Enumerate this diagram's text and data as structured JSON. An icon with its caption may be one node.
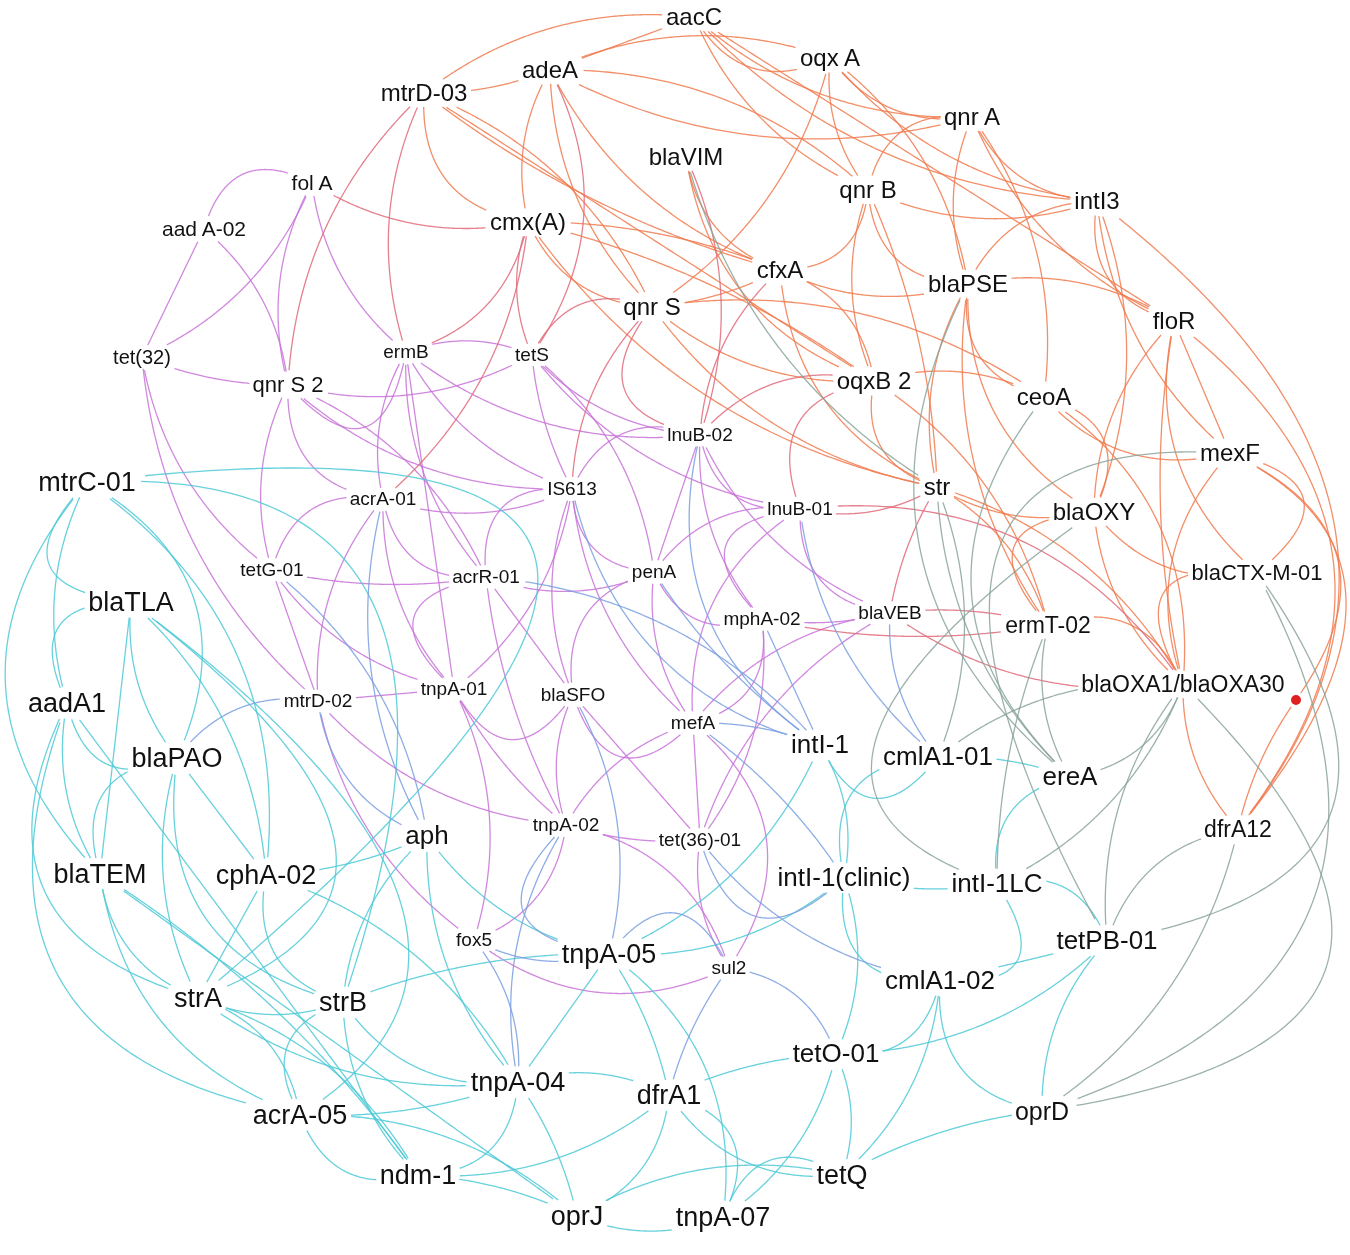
{
  "diagram": {
    "nodes": [
      {
        "text": [
          "aacC"
        ]
      },
      {
        "text": [
          "oqx A"
        ]
      },
      {
        "text": [
          "adeA"
        ]
      },
      {
        "text": [
          "mtrD-03"
        ]
      },
      {
        "text": [
          "qnr A"
        ]
      },
      {
        "text": [
          "blaVIM"
        ]
      },
      {
        "text": [
          "fol A"
        ]
      },
      {
        "text": [
          "qnr B"
        ]
      },
      {
        "text": [
          "intI3"
        ]
      },
      {
        "text": [
          "cmx(A)"
        ]
      },
      {
        "text": [
          "aad A-02"
        ]
      },
      {
        "text": [
          "cfxA"
        ]
      },
      {
        "text": [
          "blaPSE"
        ]
      },
      {
        "text": [
          "qnr S"
        ]
      },
      {
        "text": [
          "floR"
        ]
      },
      {
        "text": [
          "ermB"
        ]
      },
      {
        "text": [
          "tetS"
        ]
      },
      {
        "text": [
          "tet(32)"
        ]
      },
      {
        "text": [
          "oqxB 2"
        ]
      },
      {
        "text": [
          "qnr S 2"
        ]
      },
      {
        "text": [
          "ceoA"
        ]
      },
      {
        "text": [
          "lnuB-02"
        ]
      },
      {
        "text": [
          "mexF"
        ]
      },
      {
        "text": [
          "mtrC-01"
        ]
      },
      {
        "text": [
          "str"
        ]
      },
      {
        "text": [
          "IS613"
        ]
      },
      {
        "text": [
          "acrA-01"
        ]
      },
      {
        "text": [
          "lnuB-01"
        ]
      },
      {
        "text": [
          "blaOXY"
        ]
      },
      {
        "text": [
          "tetG-01"
        ]
      },
      {
        "text": [
          "penA"
        ]
      },
      {
        "text": [
          "blaCTX-M-01"
        ]
      },
      {
        "text": [
          "acrR-01"
        ]
      },
      {
        "text": [
          "blaTLA"
        ]
      },
      {
        "text": [
          "blaVEB"
        ]
      },
      {
        "text": [
          "mphA-02"
        ]
      },
      {
        "text": [
          "ermT-02"
        ]
      },
      {
        "text": [
          "blaOXA1/blaOXA30"
        ]
      },
      {
        "text": [
          "tnpA-01"
        ]
      },
      {
        "text": [
          "blaSFO"
        ]
      },
      {
        "text": [
          "mtrD-02"
        ]
      },
      {
        "text": [],
        "shape": "circle"
      },
      {
        "text": [
          "aadA1"
        ]
      },
      {
        "text": [
          "mefA"
        ]
      },
      {
        "text": [
          "intI-1"
        ]
      },
      {
        "text": [
          "cmlA1-01"
        ]
      },
      {
        "text": [
          "blaPAO"
        ]
      },
      {
        "text": [
          "ereA"
        ]
      },
      {
        "text": [
          "tnpA-02"
        ]
      },
      {
        "text": [
          "dfrA12"
        ]
      },
      {
        "text": [
          "aph"
        ]
      },
      {
        "text": [
          "tet(36)-01"
        ]
      },
      {
        "text": [
          "blaTEM"
        ]
      },
      {
        "text": [
          "cphA-02"
        ]
      },
      {
        "text": [
          "intI-1(clinic)"
        ]
      },
      {
        "text": [
          "intI-1LC"
        ]
      },
      {
        "text": [
          "fox5"
        ]
      },
      {
        "text": [
          "tetPB-01"
        ]
      },
      {
        "text": [
          "tnpA-05"
        ]
      },
      {
        "text": [
          "sul2"
        ]
      },
      {
        "text": [
          "cmlA1-02"
        ]
      },
      {
        "text": [
          "strA"
        ]
      },
      {
        "text": [
          "strB"
        ]
      },
      {
        "text": [
          "tetO-01"
        ]
      },
      {
        "text": [
          "tnpA-04"
        ]
      },
      {
        "text": [
          "dfrA1"
        ]
      },
      {
        "text": [
          "oprD"
        ]
      },
      {
        "text": [
          "acrA-05"
        ]
      },
      {
        "text": [
          "ndm-1"
        ]
      },
      {
        "text": [
          "tetQ"
        ]
      },
      {
        "text": [
          "oprJ"
        ]
      },
      {
        "text": [
          "tnpA-07"
        ]
      }
    ],
    "edges": [
      {
        "from": 0,
        "to": 1,
        "arrow": "none"
      },
      {
        "from": 0,
        "to": 2,
        "arrow": "none"
      },
      {
        "from": 0,
        "to": 4,
        "arrow": "none"
      },
      {
        "from": 0,
        "to": 8,
        "arrow": "none"
      },
      {
        "from": 0,
        "to": 14,
        "arrow": "none"
      },
      {
        "from": 0,
        "to": 7,
        "arrow": "none"
      },
      {
        "from": 0,
        "to": 3,
        "arrow": "none"
      },
      {
        "from": 1,
        "to": 4,
        "arrow": "none"
      },
      {
        "from": 1,
        "to": 7,
        "arrow": "none"
      },
      {
        "from": 1,
        "to": 2,
        "arrow": "none"
      },
      {
        "from": 1,
        "to": 12,
        "arrow": "none"
      },
      {
        "from": 1,
        "to": 13,
        "arrow": "none"
      },
      {
        "from": 1,
        "to": 8,
        "arrow": "none"
      },
      {
        "from": 2,
        "to": 3,
        "arrow": "none"
      },
      {
        "from": 2,
        "to": 9,
        "arrow": "none"
      },
      {
        "from": 2,
        "to": 13,
        "arrow": "none"
      },
      {
        "from": 2,
        "to": 7,
        "arrow": "none"
      },
      {
        "from": 2,
        "to": 11,
        "arrow": "none"
      },
      {
        "from": 2,
        "to": 4,
        "arrow": "none"
      },
      {
        "from": 3,
        "to": 9,
        "arrow": "none"
      },
      {
        "from": 3,
        "to": 13,
        "arrow": "none"
      },
      {
        "from": 3,
        "to": 11,
        "arrow": "none"
      },
      {
        "from": 3,
        "to": 18,
        "arrow": "none"
      },
      {
        "from": 4,
        "to": 8,
        "arrow": "none"
      },
      {
        "from": 4,
        "to": 7,
        "arrow": "none"
      },
      {
        "from": 4,
        "to": 12,
        "arrow": "none"
      },
      {
        "from": 4,
        "to": 14,
        "arrow": "none"
      },
      {
        "from": 4,
        "to": 20,
        "arrow": "none"
      },
      {
        "from": 5,
        "to": 11,
        "arrow": "none"
      },
      {
        "from": 5,
        "to": 18,
        "arrow": "none"
      },
      {
        "from": 7,
        "to": 11,
        "arrow": "none"
      },
      {
        "from": 7,
        "to": 12,
        "arrow": "none"
      },
      {
        "from": 7,
        "to": 18,
        "arrow": "none"
      },
      {
        "from": 7,
        "to": 24,
        "arrow": "none"
      },
      {
        "from": 7,
        "to": 8,
        "arrow": "none"
      },
      {
        "from": 8,
        "to": 14,
        "arrow": "none"
      },
      {
        "from": 8,
        "to": 12,
        "arrow": "none"
      },
      {
        "from": 8,
        "to": 22,
        "arrow": "none"
      },
      {
        "from": 8,
        "to": 28,
        "arrow": "none"
      },
      {
        "from": 9,
        "to": 13,
        "arrow": "none"
      },
      {
        "from": 9,
        "to": 11,
        "arrow": "none"
      },
      {
        "from": 9,
        "to": 18,
        "arrow": "none"
      },
      {
        "from": 9,
        "to": 24,
        "arrow": "none"
      },
      {
        "from": 11,
        "to": 13,
        "arrow": "none"
      },
      {
        "from": 11,
        "to": 12,
        "arrow": "none"
      },
      {
        "from": 11,
        "to": 24,
        "arrow": "none"
      },
      {
        "from": 11,
        "to": 18,
        "arrow": "none"
      },
      {
        "from": 12,
        "to": 20,
        "arrow": "none"
      },
      {
        "from": 12,
        "to": 14,
        "arrow": "none"
      },
      {
        "from": 12,
        "to": 24,
        "arrow": "none"
      },
      {
        "from": 12,
        "to": 28,
        "arrow": "none"
      },
      {
        "from": 12,
        "to": 36,
        "arrow": "none"
      },
      {
        "from": 13,
        "to": 18,
        "arrow": "none"
      },
      {
        "from": 13,
        "to": 24,
        "arrow": "none"
      },
      {
        "from": 13,
        "to": 20,
        "arrow": "none"
      },
      {
        "from": 14,
        "to": 22,
        "arrow": "none"
      },
      {
        "from": 14,
        "to": 31,
        "arrow": "none"
      },
      {
        "from": 14,
        "to": 28,
        "arrow": "none"
      },
      {
        "from": 14,
        "to": 37,
        "arrow": "none"
      },
      {
        "from": 18,
        "to": 20,
        "arrow": "none"
      },
      {
        "from": 18,
        "to": 24,
        "arrow": "none"
      },
      {
        "from": 18,
        "to": 36,
        "arrow": "none"
      },
      {
        "from": 20,
        "to": 22,
        "arrow": "none"
      },
      {
        "from": 20,
        "to": 28,
        "arrow": "none"
      },
      {
        "from": 20,
        "to": 37,
        "arrow": "none"
      },
      {
        "from": 22,
        "to": 31,
        "arrow": "none"
      },
      {
        "from": 22,
        "to": 37,
        "arrow": "none"
      },
      {
        "from": 22,
        "to": 49,
        "arrow": "none"
      },
      {
        "from": 24,
        "to": 28,
        "arrow": "none"
      },
      {
        "from": 24,
        "to": 36,
        "arrow": "none"
      },
      {
        "from": 24,
        "to": 37,
        "arrow": "none"
      },
      {
        "from": 28,
        "to": 31,
        "arrow": "none"
      },
      {
        "from": 28,
        "to": 36,
        "arrow": "none"
      },
      {
        "from": 28,
        "to": 37,
        "arrow": "none"
      },
      {
        "from": 31,
        "to": 37,
        "arrow": "none"
      },
      {
        "from": 36,
        "to": 37,
        "arrow": "none"
      },
      {
        "from": 41,
        "to": 49,
        "arrow": "none"
      },
      {
        "from": 37,
        "to": 49,
        "arrow": "none"
      },
      {
        "from": 14,
        "to": 49,
        "arrow": "none"
      },
      {
        "from": 8,
        "to": 49,
        "arrow": "none"
      },
      {
        "from": 22,
        "to": 41,
        "arrow": "none"
      },
      {
        "from": 6,
        "to": 10,
        "arrow": "none",
        "color": "#c873d8"
      },
      {
        "from": 6,
        "to": 17,
        "arrow": "none",
        "color": "#c873d8"
      },
      {
        "from": 6,
        "to": 19,
        "arrow": "none",
        "color": "#c873d8"
      },
      {
        "from": 6,
        "to": 15,
        "arrow": "none",
        "color": "#c873d8"
      },
      {
        "from": 10,
        "to": 17,
        "arrow": "none",
        "color": "#c873d8"
      },
      {
        "from": 10,
        "to": 19,
        "arrow": "none",
        "color": "#c873d8"
      },
      {
        "from": 17,
        "to": 19,
        "arrow": "none",
        "color": "#c873d8"
      },
      {
        "from": 17,
        "to": 29,
        "arrow": "none",
        "color": "#c873d8"
      },
      {
        "from": 17,
        "to": 40,
        "arrow": "none",
        "color": "#c873d8"
      },
      {
        "from": 19,
        "to": 15,
        "arrow": "none",
        "color": "#c873d8"
      },
      {
        "from": 19,
        "to": 16,
        "arrow": "none",
        "color": "#c873d8"
      },
      {
        "from": 19,
        "to": 26,
        "arrow": "none",
        "color": "#c873d8"
      },
      {
        "from": 19,
        "to": 29,
        "arrow": "none",
        "color": "#c873d8"
      },
      {
        "from": 19,
        "to": 32,
        "arrow": "none",
        "color": "#c873d8"
      },
      {
        "from": 19,
        "to": 25,
        "arrow": "none",
        "color": "#c873d8"
      },
      {
        "from": 15,
        "to": 16,
        "arrow": "none",
        "color": "#c873d8"
      },
      {
        "from": 15,
        "to": 25,
        "arrow": "none",
        "color": "#c873d8"
      },
      {
        "from": 15,
        "to": 26,
        "arrow": "none",
        "color": "#c873d8"
      },
      {
        "from": 15,
        "to": 32,
        "arrow": "none",
        "color": "#c873d8"
      },
      {
        "from": 15,
        "to": 38,
        "arrow": "none",
        "color": "#c873d8"
      },
      {
        "from": 15,
        "to": 21,
        "arrow": "none",
        "color": "#c873d8"
      },
      {
        "from": 16,
        "to": 25,
        "arrow": "none",
        "color": "#c873d8"
      },
      {
        "from": 16,
        "to": 21,
        "arrow": "none",
        "color": "#c873d8"
      },
      {
        "from": 16,
        "to": 30,
        "arrow": "none",
        "color": "#c873d8"
      },
      {
        "from": 16,
        "to": 27,
        "arrow": "none",
        "color": "#c873d8"
      },
      {
        "from": 21,
        "to": 25,
        "arrow": "none",
        "color": "#c873d8"
      },
      {
        "from": 21,
        "to": 27,
        "arrow": "none",
        "color": "#c873d8"
      },
      {
        "from": 21,
        "to": 30,
        "arrow": "none",
        "color": "#c873d8"
      },
      {
        "from": 21,
        "to": 35,
        "arrow": "none",
        "color": "#c873d8"
      },
      {
        "from": 21,
        "to": 34,
        "arrow": "none",
        "color": "#c873d8"
      },
      {
        "from": 25,
        "to": 26,
        "arrow": "none",
        "color": "#c873d8"
      },
      {
        "from": 25,
        "to": 32,
        "arrow": "none",
        "color": "#c873d8"
      },
      {
        "from": 25,
        "to": 30,
        "arrow": "none",
        "color": "#c873d8"
      },
      {
        "from": 25,
        "to": 39,
        "arrow": "none",
        "color": "#c873d8"
      },
      {
        "from": 25,
        "to": 43,
        "arrow": "none",
        "color": "#c873d8"
      },
      {
        "from": 25,
        "to": 38,
        "arrow": "none",
        "color": "#c873d8"
      },
      {
        "from": 26,
        "to": 29,
        "arrow": "none",
        "color": "#c873d8"
      },
      {
        "from": 26,
        "to": 32,
        "arrow": "none",
        "color": "#c873d8"
      },
      {
        "from": 26,
        "to": 40,
        "arrow": "none",
        "color": "#c873d8"
      },
      {
        "from": 26,
        "to": 38,
        "arrow": "none",
        "color": "#c873d8"
      },
      {
        "from": 27,
        "to": 30,
        "arrow": "none",
        "color": "#c873d8"
      },
      {
        "from": 27,
        "to": 35,
        "arrow": "none",
        "color": "#c873d8"
      },
      {
        "from": 27,
        "to": 34,
        "arrow": "none",
        "color": "#c873d8"
      },
      {
        "from": 27,
        "to": 43,
        "arrow": "none",
        "color": "#c873d8"
      },
      {
        "from": 29,
        "to": 40,
        "arrow": "none",
        "color": "#c873d8"
      },
      {
        "from": 29,
        "to": 32,
        "arrow": "none",
        "color": "#c873d8"
      },
      {
        "from": 29,
        "to": 38,
        "arrow": "none",
        "color": "#c873d8"
      },
      {
        "from": 30,
        "to": 32,
        "arrow": "none",
        "color": "#c873d8"
      },
      {
        "from": 30,
        "to": 35,
        "arrow": "none",
        "color": "#c873d8"
      },
      {
        "from": 30,
        "to": 39,
        "arrow": "none",
        "color": "#c873d8"
      },
      {
        "from": 30,
        "to": 43,
        "arrow": "none",
        "color": "#c873d8"
      },
      {
        "from": 32,
        "to": 38,
        "arrow": "none",
        "color": "#c873d8"
      },
      {
        "from": 32,
        "to": 39,
        "arrow": "none",
        "color": "#c873d8"
      },
      {
        "from": 32,
        "to": 48,
        "arrow": "none",
        "color": "#c873d8"
      },
      {
        "from": 34,
        "to": 35,
        "arrow": "none",
        "color": "#c873d8"
      },
      {
        "from": 34,
        "to": 43,
        "arrow": "none",
        "color": "#c873d8"
      },
      {
        "from": 34,
        "to": 51,
        "arrow": "none",
        "color": "#c873d8"
      },
      {
        "from": 35,
        "to": 43,
        "arrow": "none",
        "color": "#c873d8"
      },
      {
        "from": 35,
        "to": 51,
        "arrow": "none",
        "color": "#c873d8"
      },
      {
        "from": 38,
        "to": 39,
        "arrow": "none",
        "color": "#c873d8"
      },
      {
        "from": 38,
        "to": 40,
        "arrow": "none",
        "color": "#c873d8"
      },
      {
        "from": 38,
        "to": 48,
        "arrow": "none",
        "color": "#c873d8"
      },
      {
        "from": 38,
        "to": 56,
        "arrow": "none",
        "color": "#c873d8"
      },
      {
        "from": 39,
        "to": 43,
        "arrow": "none",
        "color": "#c873d8"
      },
      {
        "from": 39,
        "to": 48,
        "arrow": "none",
        "color": "#c873d8"
      },
      {
        "from": 39,
        "to": 51,
        "arrow": "none",
        "color": "#c873d8"
      },
      {
        "from": 40,
        "to": 48,
        "arrow": "none",
        "color": "#c873d8"
      },
      {
        "from": 40,
        "to": 56,
        "arrow": "none",
        "color": "#c873d8"
      },
      {
        "from": 43,
        "to": 48,
        "arrow": "none",
        "color": "#c873d8"
      },
      {
        "from": 43,
        "to": 51,
        "arrow": "none",
        "color": "#c873d8"
      },
      {
        "from": 43,
        "to": 59,
        "arrow": "none",
        "color": "#c873d8"
      },
      {
        "from": 48,
        "to": 51,
        "arrow": "none",
        "color": "#c873d8"
      },
      {
        "from": 48,
        "to": 56,
        "arrow": "none",
        "color": "#c873d8"
      },
      {
        "from": 48,
        "to": 59,
        "arrow": "none",
        "color": "#c873d8"
      },
      {
        "from": 51,
        "to": 59,
        "arrow": "none",
        "color": "#c873d8"
      },
      {
        "from": 56,
        "to": 59,
        "arrow": "none",
        "color": "#c873d8"
      },
      {
        "from": 3,
        "to": 15,
        "arrow": "none",
        "color": "#e06a7a"
      },
      {
        "from": 3,
        "to": 19,
        "arrow": "none",
        "color": "#e06a7a"
      },
      {
        "from": 6,
        "to": 9,
        "arrow": "none",
        "color": "#e06a7a"
      },
      {
        "from": 9,
        "to": 15,
        "arrow": "none",
        "color": "#e06a7a"
      },
      {
        "from": 9,
        "to": 16,
        "arrow": "none",
        "color": "#e06a7a"
      },
      {
        "from": 13,
        "to": 16,
        "arrow": "none",
        "color": "#e06a7a"
      },
      {
        "from": 13,
        "to": 21,
        "arrow": "none",
        "color": "#e06a7a"
      },
      {
        "from": 13,
        "to": 25,
        "arrow": "none",
        "color": "#e06a7a"
      },
      {
        "from": 2,
        "to": 16,
        "arrow": "none",
        "color": "#e06a7a"
      },
      {
        "from": 18,
        "to": 21,
        "arrow": "none",
        "color": "#e06a7a"
      },
      {
        "from": 18,
        "to": 27,
        "arrow": "none",
        "color": "#e06a7a"
      },
      {
        "from": 24,
        "to": 27,
        "arrow": "none",
        "color": "#e06a7a"
      },
      {
        "from": 24,
        "to": 34,
        "arrow": "none",
        "color": "#e06a7a"
      },
      {
        "from": 36,
        "to": 34,
        "arrow": "none",
        "color": "#e06a7a"
      },
      {
        "from": 37,
        "to": 34,
        "arrow": "none",
        "color": "#e06a7a"
      },
      {
        "from": 36,
        "to": 35,
        "arrow": "none",
        "color": "#e06a7a"
      },
      {
        "from": 37,
        "to": 27,
        "arrow": "none",
        "color": "#e06a7a"
      },
      {
        "from": 11,
        "to": 21,
        "arrow": "none",
        "color": "#e06a7a"
      },
      {
        "from": 9,
        "to": 26,
        "arrow": "none",
        "color": "#e06a7a"
      },
      {
        "from": 5,
        "to": 21,
        "arrow": "none",
        "color": "#e06a7a"
      },
      {
        "from": 23,
        "to": 33,
        "arrow": "none",
        "color": "#4cc9d6"
      },
      {
        "from": 23,
        "to": 42,
        "arrow": "none",
        "color": "#4cc9d6"
      },
      {
        "from": 23,
        "to": 46,
        "arrow": "none",
        "color": "#4cc9d6"
      },
      {
        "from": 23,
        "to": 52,
        "arrow": "none",
        "color": "#4cc9d6"
      },
      {
        "from": 23,
        "to": 53,
        "arrow": "none",
        "color": "#4cc9d6"
      },
      {
        "from": 23,
        "to": 61,
        "arrow": "none",
        "color": "#4cc9d6"
      },
      {
        "from": 23,
        "to": 62,
        "arrow": "none",
        "color": "#4cc9d6"
      },
      {
        "from": 33,
        "to": 42,
        "arrow": "none",
        "color": "#4cc9d6"
      },
      {
        "from": 33,
        "to": 46,
        "arrow": "none",
        "color": "#4cc9d6"
      },
      {
        "from": 33,
        "to": 52,
        "arrow": "none",
        "color": "#4cc9d6"
      },
      {
        "from": 33,
        "to": 53,
        "arrow": "none",
        "color": "#4cc9d6"
      },
      {
        "from": 33,
        "to": 61,
        "arrow": "none",
        "color": "#4cc9d6"
      },
      {
        "from": 33,
        "to": 67,
        "arrow": "none",
        "color": "#4cc9d6"
      },
      {
        "from": 42,
        "to": 46,
        "arrow": "none",
        "color": "#4cc9d6"
      },
      {
        "from": 42,
        "to": 52,
        "arrow": "none",
        "color": "#4cc9d6"
      },
      {
        "from": 42,
        "to": 61,
        "arrow": "none",
        "color": "#4cc9d6"
      },
      {
        "from": 42,
        "to": 67,
        "arrow": "none",
        "color": "#4cc9d6"
      },
      {
        "from": 42,
        "to": 68,
        "arrow": "none",
        "color": "#4cc9d6"
      },
      {
        "from": 46,
        "to": 52,
        "arrow": "none",
        "color": "#4cc9d6"
      },
      {
        "from": 46,
        "to": 53,
        "arrow": "none",
        "color": "#4cc9d6"
      },
      {
        "from": 46,
        "to": 61,
        "arrow": "none",
        "color": "#4cc9d6"
      },
      {
        "from": 46,
        "to": 62,
        "arrow": "none",
        "color": "#4cc9d6"
      },
      {
        "from": 52,
        "to": 61,
        "arrow": "none",
        "color": "#4cc9d6"
      },
      {
        "from": 52,
        "to": 67,
        "arrow": "none",
        "color": "#4cc9d6"
      },
      {
        "from": 52,
        "to": 68,
        "arrow": "none",
        "color": "#4cc9d6"
      },
      {
        "from": 52,
        "to": 70,
        "arrow": "none",
        "color": "#4cc9d6"
      },
      {
        "from": 53,
        "to": 61,
        "arrow": "none",
        "color": "#4cc9d6"
      },
      {
        "from": 53,
        "to": 62,
        "arrow": "none",
        "color": "#4cc9d6"
      },
      {
        "from": 53,
        "to": 50,
        "arrow": "none",
        "color": "#4cc9d6"
      },
      {
        "from": 53,
        "to": 64,
        "arrow": "none",
        "color": "#4cc9d6"
      },
      {
        "from": 61,
        "to": 62,
        "arrow": "none",
        "color": "#4cc9d6"
      },
      {
        "from": 61,
        "to": 67,
        "arrow": "none",
        "color": "#4cc9d6"
      },
      {
        "from": 61,
        "to": 68,
        "arrow": "none",
        "color": "#4cc9d6"
      },
      {
        "from": 61,
        "to": 64,
        "arrow": "none",
        "color": "#4cc9d6"
      },
      {
        "from": 62,
        "to": 67,
        "arrow": "none",
        "color": "#4cc9d6"
      },
      {
        "from": 62,
        "to": 64,
        "arrow": "none",
        "color": "#4cc9d6"
      },
      {
        "from": 62,
        "to": 68,
        "arrow": "none",
        "color": "#4cc9d6"
      },
      {
        "from": 62,
        "to": 58,
        "arrow": "none",
        "color": "#4cc9d6"
      },
      {
        "from": 67,
        "to": 68,
        "arrow": "none",
        "color": "#4cc9d6"
      },
      {
        "from": 67,
        "to": 70,
        "arrow": "none",
        "color": "#4cc9d6"
      },
      {
        "from": 67,
        "to": 64,
        "arrow": "none",
        "color": "#4cc9d6"
      },
      {
        "from": 68,
        "to": 70,
        "arrow": "none",
        "color": "#4cc9d6"
      },
      {
        "from": 68,
        "to": 64,
        "arrow": "none",
        "color": "#4cc9d6"
      },
      {
        "from": 68,
        "to": 65,
        "arrow": "none",
        "color": "#4cc9d6"
      },
      {
        "from": 70,
        "to": 71,
        "arrow": "none",
        "color": "#4cc9d6"
      },
      {
        "from": 70,
        "to": 65,
        "arrow": "none",
        "color": "#4cc9d6"
      },
      {
        "from": 70,
        "to": 64,
        "arrow": "none",
        "color": "#4cc9d6"
      },
      {
        "from": 70,
        "to": 69,
        "arrow": "none",
        "color": "#4cc9d6"
      },
      {
        "from": 71,
        "to": 65,
        "arrow": "none",
        "color": "#4cc9d6"
      },
      {
        "from": 71,
        "to": 69,
        "arrow": "none",
        "color": "#4cc9d6"
      },
      {
        "from": 71,
        "to": 63,
        "arrow": "none",
        "color": "#4cc9d6"
      },
      {
        "from": 71,
        "to": 58,
        "arrow": "none",
        "color": "#4cc9d6"
      },
      {
        "from": 64,
        "to": 65,
        "arrow": "none",
        "color": "#4cc9d6"
      },
      {
        "from": 64,
        "to": 58,
        "arrow": "none",
        "color": "#4cc9d6"
      },
      {
        "from": 65,
        "to": 58,
        "arrow": "none",
        "color": "#4cc9d6"
      },
      {
        "from": 65,
        "to": 63,
        "arrow": "none",
        "color": "#4cc9d6"
      },
      {
        "from": 65,
        "to": 69,
        "arrow": "none",
        "color": "#4cc9d6"
      },
      {
        "from": 69,
        "to": 63,
        "arrow": "none",
        "color": "#4cc9d6"
      },
      {
        "from": 69,
        "to": 60,
        "arrow": "none",
        "color": "#4cc9d6"
      },
      {
        "from": 69,
        "to": 66,
        "arrow": "none",
        "color": "#4cc9d6"
      },
      {
        "from": 63,
        "to": 60,
        "arrow": "none",
        "color": "#4cc9d6"
      },
      {
        "from": 63,
        "to": 54,
        "arrow": "none",
        "color": "#4cc9d6"
      },
      {
        "from": 63,
        "to": 57,
        "arrow": "none",
        "color": "#4cc9d6"
      },
      {
        "from": 60,
        "to": 54,
        "arrow": "none",
        "color": "#4cc9d6"
      },
      {
        "from": 60,
        "to": 55,
        "arrow": "none",
        "color": "#4cc9d6"
      },
      {
        "from": 60,
        "to": 57,
        "arrow": "none",
        "color": "#4cc9d6"
      },
      {
        "from": 54,
        "to": 55,
        "arrow": "none",
        "color": "#4cc9d6"
      },
      {
        "from": 54,
        "to": 44,
        "arrow": "none",
        "color": "#4cc9d6"
      },
      {
        "from": 54,
        "to": 45,
        "arrow": "none",
        "color": "#4cc9d6"
      },
      {
        "from": 44,
        "to": 45,
        "arrow": "none",
        "color": "#4cc9d6"
      },
      {
        "from": 45,
        "to": 47,
        "arrow": "none",
        "color": "#4cc9d6"
      },
      {
        "from": 55,
        "to": 47,
        "arrow": "none",
        "color": "#4cc9d6"
      },
      {
        "from": 55,
        "to": 57,
        "arrow": "none",
        "color": "#4cc9d6"
      },
      {
        "from": 57,
        "to": 66,
        "arrow": "none",
        "color": "#4cc9d6"
      },
      {
        "from": 60,
        "to": 66,
        "arrow": "none",
        "color": "#4cc9d6"
      },
      {
        "from": 50,
        "to": 58,
        "arrow": "none",
        "color": "#4cc9d6"
      },
      {
        "from": 50,
        "to": 64,
        "arrow": "none",
        "color": "#4cc9d6"
      },
      {
        "from": 50,
        "to": 62,
        "arrow": "none",
        "color": "#4cc9d6"
      },
      {
        "from": 44,
        "to": 58,
        "arrow": "none",
        "color": "#4cc9d6"
      },
      {
        "from": 58,
        "to": 54,
        "arrow": "none",
        "color": "#4cc9d6"
      },
      {
        "from": 29,
        "to": 50,
        "arrow": "none",
        "color": "#7a9fe0"
      },
      {
        "from": 40,
        "to": 50,
        "arrow": "none",
        "color": "#7a9fe0"
      },
      {
        "from": 40,
        "to": 46,
        "arrow": "none",
        "color": "#7a9fe0"
      },
      {
        "from": 26,
        "to": 50,
        "arrow": "none",
        "color": "#7a9fe0"
      },
      {
        "from": 32,
        "to": 44,
        "arrow": "none",
        "color": "#7a9fe0"
      },
      {
        "from": 25,
        "to": 44,
        "arrow": "none",
        "color": "#7a9fe0"
      },
      {
        "from": 30,
        "to": 44,
        "arrow": "none",
        "color": "#7a9fe0"
      },
      {
        "from": 35,
        "to": 44,
        "arrow": "none",
        "color": "#7a9fe0"
      },
      {
        "from": 43,
        "to": 44,
        "arrow": "none",
        "color": "#7a9fe0"
      },
      {
        "from": 43,
        "to": 54,
        "arrow": "none",
        "color": "#7a9fe0"
      },
      {
        "from": 39,
        "to": 58,
        "arrow": "none",
        "color": "#7a9fe0"
      },
      {
        "from": 48,
        "to": 58,
        "arrow": "none",
        "color": "#7a9fe0"
      },
      {
        "from": 51,
        "to": 54,
        "arrow": "none",
        "color": "#7a9fe0"
      },
      {
        "from": 56,
        "to": 58,
        "arrow": "none",
        "color": "#7a9fe0"
      },
      {
        "from": 59,
        "to": 58,
        "arrow": "none",
        "color": "#7a9fe0"
      },
      {
        "from": 59,
        "to": 63,
        "arrow": "none",
        "color": "#7a9fe0"
      },
      {
        "from": 56,
        "to": 64,
        "arrow": "none",
        "color": "#7a9fe0"
      },
      {
        "from": 21,
        "to": 44,
        "arrow": "none",
        "color": "#7a9fe0"
      },
      {
        "from": 27,
        "to": 45,
        "arrow": "none",
        "color": "#7a9fe0"
      },
      {
        "from": 34,
        "to": 45,
        "arrow": "none",
        "color": "#7a9fe0"
      },
      {
        "from": 51,
        "to": 60,
        "arrow": "none",
        "color": "#7a9fe0"
      },
      {
        "from": 59,
        "to": 65,
        "arrow": "none",
        "color": "#7a9fe0"
      },
      {
        "from": 48,
        "to": 64,
        "arrow": "none",
        "color": "#7a9fe0"
      },
      {
        "from": 37,
        "to": 47,
        "arrow": "none",
        "color": "#8aa39a"
      },
      {
        "from": 37,
        "to": 55,
        "arrow": "none",
        "color": "#8aa39a"
      },
      {
        "from": 37,
        "to": 57,
        "arrow": "none",
        "color": "#8aa39a"
      },
      {
        "from": 37,
        "to": 66,
        "arrow": "none",
        "color": "#8aa39a"
      },
      {
        "from": 37,
        "to": 45,
        "arrow": "none",
        "color": "#8aa39a"
      },
      {
        "from": 36,
        "to": 47,
        "arrow": "none",
        "color": "#8aa39a"
      },
      {
        "from": 36,
        "to": 55,
        "arrow": "none",
        "color": "#8aa39a"
      },
      {
        "from": 24,
        "to": 45,
        "arrow": "none",
        "color": "#8aa39a"
      },
      {
        "from": 24,
        "to": 47,
        "arrow": "none",
        "color": "#8aa39a"
      },
      {
        "from": 20,
        "to": 47,
        "arrow": "none",
        "color": "#8aa39a"
      },
      {
        "from": 31,
        "to": 57,
        "arrow": "none",
        "color": "#8aa39a"
      },
      {
        "from": 22,
        "to": 57,
        "arrow": "none",
        "color": "#8aa39a"
      },
      {
        "from": 31,
        "to": 66,
        "arrow": "none",
        "color": "#8aa39a"
      },
      {
        "from": 5,
        "to": 24,
        "arrow": "none",
        "color": "#8aa39a"
      },
      {
        "from": 12,
        "to": 47,
        "arrow": "none",
        "color": "#8aa39a"
      },
      {
        "from": 28,
        "to": 55,
        "arrow": "none",
        "color": "#8aa39a"
      },
      {
        "from": 49,
        "to": 57,
        "arrow": "none",
        "color": "#8aa39a"
      },
      {
        "from": 49,
        "to": 66,
        "arrow": "none",
        "color": "#8aa39a"
      }
    ]
  }
}
